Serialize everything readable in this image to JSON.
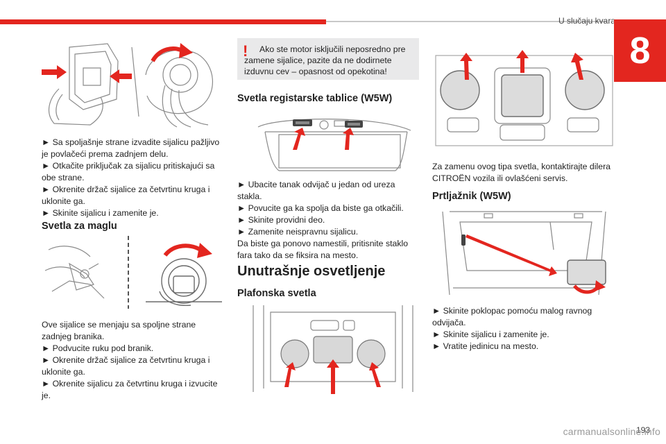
{
  "header": {
    "title": "U slučaju kvara",
    "chapter": "8"
  },
  "col1": {
    "steps": [
      "► Sa spoljašnje strane izvadite sijalicu pažljivo je povlačeći prema zadnjem delu.",
      "► Otkačite priključak za sijalicu pritiskajući sa obe strane.",
      "► Okrenite držač sijalice za četvrtinu kruga i uklonite ga.",
      "► Skinite sijalicu i zamenite je."
    ],
    "fog_heading": "Svetla za maglu",
    "fog_intro": "Ove sijalice se menjaju sa spoljne strane zadnjeg branika.",
    "fog_steps": [
      "► Podvucite ruku pod branik.",
      "► Okrenite držač sijalice za četvrtinu kruga i uklonite ga.",
      "► Okrenite sijalicu za četvrtinu kruga i izvucite je."
    ]
  },
  "col2": {
    "warning": "Ako ste motor isključili neposredno pre zamene sijalice, pazite da ne dodirnete izduvnu cev – opasnost od opekotina!",
    "plate_heading": "Svetla registarske tablice (W5W)",
    "plate_steps": [
      "► Ubacite tanak odvijač u jedan od ureza stakla.",
      "► Povucite ga ka spolja da biste ga otkačili.",
      "► Skinite providni deo.",
      "► Zamenite neispravnu sijalicu.",
      "Da biste ga ponovo namestili, pritisnite staklo fara tako da se fiksira na mesto."
    ],
    "interior_heading": "Unutrašnje osvetljenje",
    "ceiling_heading": "Plafonska svetla"
  },
  "col3": {
    "dealer_note": "Za zamenu ovog tipa svetla, kontaktirajte dilera CITROËN vozila ili ovlašćeni servis.",
    "trunk_heading": "Prtljažnik (W5W)",
    "trunk_steps": [
      "► Skinite poklopac pomoću malog ravnog odvijača.",
      "► Skinite sijalicu i zamenite je.",
      "► Vratite jedinicu na mesto."
    ]
  },
  "footer": {
    "page_number": "193",
    "watermark": "carmanualsonline.info"
  },
  "colors": {
    "accent": "#e3261f",
    "grey_box": "#e9e9ea"
  },
  "icons": {
    "warning": "exclamation-icon",
    "arrow": "red-arrow-icon"
  }
}
